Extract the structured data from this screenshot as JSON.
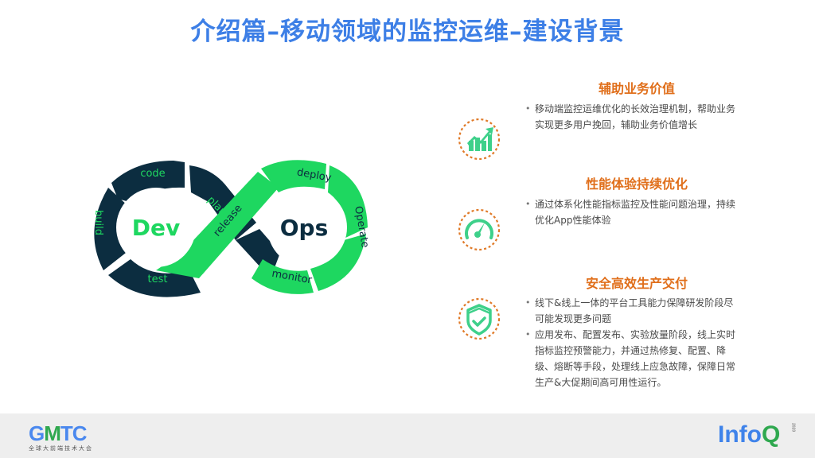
{
  "slide": {
    "title": "介绍篇–移动领域的监控运维–建设背景"
  },
  "devops_diagram": {
    "left_center_label": "Dev",
    "right_center_label": "Ops",
    "stages": [
      "code",
      "plan",
      "release",
      "deploy",
      "Operate",
      "monitor",
      "test",
      "build"
    ],
    "colors": {
      "dark": "#0c2d40",
      "green": "#1ed760",
      "dev_text": "#1ed760",
      "ops_text": "#0c2d40"
    }
  },
  "sections": [
    {
      "title": "辅助业务价值",
      "icon": "growth-chart-icon",
      "bullets": [
        "移动端监控运维优化的长效治理机制，帮助业务实现更多用户挽回，辅助业务价值增长"
      ]
    },
    {
      "title": "性能体验持续优化",
      "icon": "speedometer-icon",
      "bullets": [
        "通过体系化性能指标监控及性能问题治理，持续优化App性能体验"
      ]
    },
    {
      "title": "安全高效生产交付",
      "icon": "shield-check-icon",
      "bullets": [
        "线下&线上一体的平台工具能力保障研发阶段尽可能发现更多问题",
        "应用发布、配置发布、实验放量阶段，线上实时指标监控预警能力，并通过热修复、配置、降级、熔断等手段，处理线上应急故障，保障日常生产&大促期间高可用性运行。"
      ]
    }
  ],
  "footer": {
    "left_logo": {
      "g": "G",
      "m": "M",
      "tc": "TC",
      "subtitle": "全球大前端技术大会"
    },
    "right_logo": {
      "info": "Info",
      "q": "Q",
      "sup": "2020"
    }
  },
  "colors": {
    "title_blue": "#3d7fe6",
    "section_orange": "#e06f1b",
    "icon_green": "#3ed08a",
    "icon_ring_orange": "#e07a28",
    "footer_bg": "#eeeeee"
  }
}
